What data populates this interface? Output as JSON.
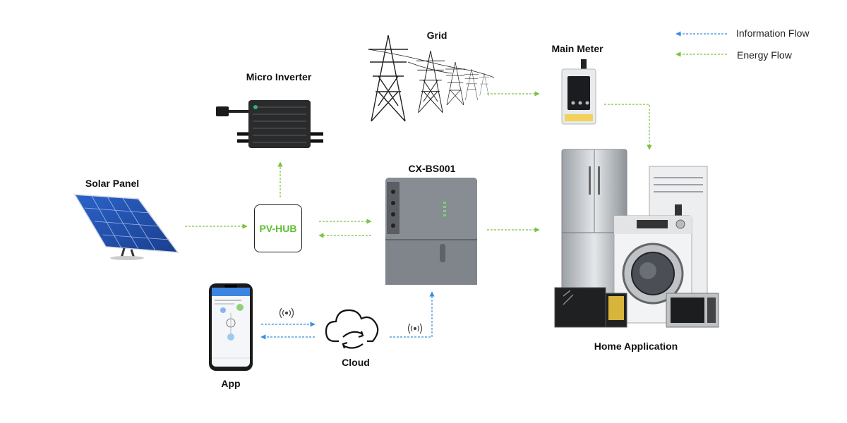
{
  "legend": {
    "information_flow": "Information Flow",
    "energy_flow": "Energy Flow"
  },
  "nodes": {
    "grid": "Grid",
    "main_meter": "Main Meter",
    "micro_inverter": "Micro Inverter",
    "solar_panel": "Solar Panel",
    "pv_hub": "PV-HUB",
    "cx_bs001": "CX-BS001",
    "home_application": "Home Application",
    "app": "App",
    "cloud": "Cloud"
  },
  "colors": {
    "energy_flow": "#7cc242",
    "information_flow": "#3b8fdc",
    "pv_hub_text": "#5fbf2f"
  }
}
